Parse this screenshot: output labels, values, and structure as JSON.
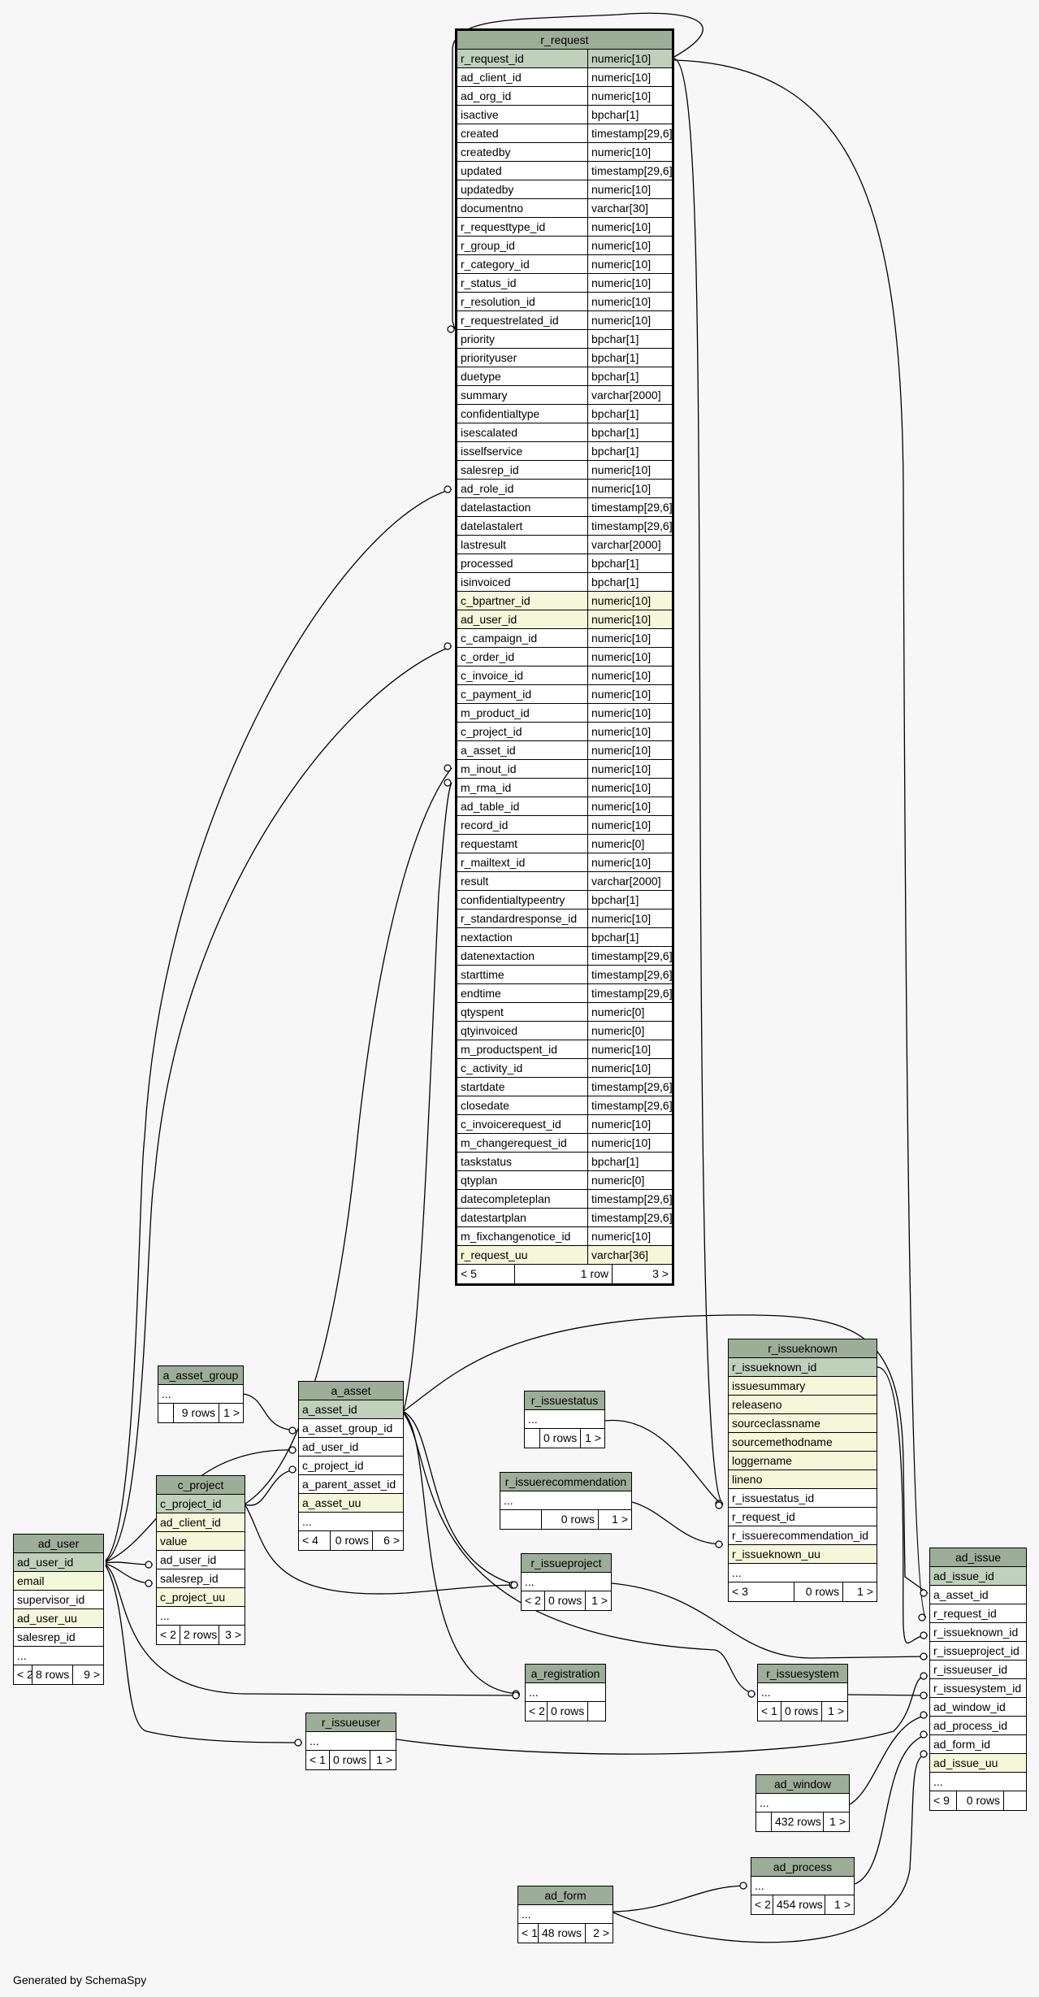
{
  "footer": "Generated by SchemaSpy",
  "colors": {
    "header": "#9cae98",
    "primary_key": "#bfd0bb",
    "indexed": "#f4f7da",
    "background": "#f7f7f7"
  },
  "tables": [
    {
      "name": "r_request",
      "main": true,
      "columns": [
        {
          "name": "r_request_id",
          "type": "numeric[10]",
          "kind": "pk"
        },
        {
          "name": "ad_client_id",
          "type": "numeric[10]"
        },
        {
          "name": "ad_org_id",
          "type": "numeric[10]"
        },
        {
          "name": "isactive",
          "type": "bpchar[1]"
        },
        {
          "name": "created",
          "type": "timestamp[29,6]"
        },
        {
          "name": "createdby",
          "type": "numeric[10]"
        },
        {
          "name": "updated",
          "type": "timestamp[29,6]"
        },
        {
          "name": "updatedby",
          "type": "numeric[10]"
        },
        {
          "name": "documentno",
          "type": "varchar[30]"
        },
        {
          "name": "r_requesttype_id",
          "type": "numeric[10]"
        },
        {
          "name": "r_group_id",
          "type": "numeric[10]"
        },
        {
          "name": "r_category_id",
          "type": "numeric[10]"
        },
        {
          "name": "r_status_id",
          "type": "numeric[10]"
        },
        {
          "name": "r_resolution_id",
          "type": "numeric[10]"
        },
        {
          "name": "r_requestrelated_id",
          "type": "numeric[10]"
        },
        {
          "name": "priority",
          "type": "bpchar[1]"
        },
        {
          "name": "priorityuser",
          "type": "bpchar[1]"
        },
        {
          "name": "duetype",
          "type": "bpchar[1]"
        },
        {
          "name": "summary",
          "type": "varchar[2000]"
        },
        {
          "name": "confidentialtype",
          "type": "bpchar[1]"
        },
        {
          "name": "isescalated",
          "type": "bpchar[1]"
        },
        {
          "name": "isselfservice",
          "type": "bpchar[1]"
        },
        {
          "name": "salesrep_id",
          "type": "numeric[10]"
        },
        {
          "name": "ad_role_id",
          "type": "numeric[10]"
        },
        {
          "name": "datelastaction",
          "type": "timestamp[29,6]"
        },
        {
          "name": "datelastalert",
          "type": "timestamp[29,6]"
        },
        {
          "name": "lastresult",
          "type": "varchar[2000]"
        },
        {
          "name": "processed",
          "type": "bpchar[1]"
        },
        {
          "name": "isinvoiced",
          "type": "bpchar[1]"
        },
        {
          "name": "c_bpartner_id",
          "type": "numeric[10]",
          "kind": "idx"
        },
        {
          "name": "ad_user_id",
          "type": "numeric[10]",
          "kind": "idx"
        },
        {
          "name": "c_campaign_id",
          "type": "numeric[10]"
        },
        {
          "name": "c_order_id",
          "type": "numeric[10]"
        },
        {
          "name": "c_invoice_id",
          "type": "numeric[10]"
        },
        {
          "name": "c_payment_id",
          "type": "numeric[10]"
        },
        {
          "name": "m_product_id",
          "type": "numeric[10]"
        },
        {
          "name": "c_project_id",
          "type": "numeric[10]"
        },
        {
          "name": "a_asset_id",
          "type": "numeric[10]"
        },
        {
          "name": "m_inout_id",
          "type": "numeric[10]"
        },
        {
          "name": "m_rma_id",
          "type": "numeric[10]"
        },
        {
          "name": "ad_table_id",
          "type": "numeric[10]"
        },
        {
          "name": "record_id",
          "type": "numeric[10]"
        },
        {
          "name": "requestamt",
          "type": "numeric[0]"
        },
        {
          "name": "r_mailtext_id",
          "type": "numeric[10]"
        },
        {
          "name": "result",
          "type": "varchar[2000]"
        },
        {
          "name": "confidentialtypeentry",
          "type": "bpchar[1]"
        },
        {
          "name": "r_standardresponse_id",
          "type": "numeric[10]"
        },
        {
          "name": "nextaction",
          "type": "bpchar[1]"
        },
        {
          "name": "datenextaction",
          "type": "timestamp[29,6]"
        },
        {
          "name": "starttime",
          "type": "timestamp[29,6]"
        },
        {
          "name": "endtime",
          "type": "timestamp[29,6]"
        },
        {
          "name": "qtyspent",
          "type": "numeric[0]"
        },
        {
          "name": "qtyinvoiced",
          "type": "numeric[0]"
        },
        {
          "name": "m_productspent_id",
          "type": "numeric[10]"
        },
        {
          "name": "c_activity_id",
          "type": "numeric[10]"
        },
        {
          "name": "startdate",
          "type": "timestamp[29,6]"
        },
        {
          "name": "closedate",
          "type": "timestamp[29,6]"
        },
        {
          "name": "c_invoicerequest_id",
          "type": "numeric[10]"
        },
        {
          "name": "m_changerequest_id",
          "type": "numeric[10]"
        },
        {
          "name": "taskstatus",
          "type": "bpchar[1]"
        },
        {
          "name": "qtyplan",
          "type": "numeric[0]"
        },
        {
          "name": "datecompleteplan",
          "type": "timestamp[29,6]"
        },
        {
          "name": "datestartplan",
          "type": "timestamp[29,6]"
        },
        {
          "name": "m_fixchangenotice_id",
          "type": "numeric[10]"
        },
        {
          "name": "r_request_uu",
          "type": "varchar[36]",
          "kind": "idx"
        }
      ],
      "footer": [
        "< 5",
        "1 row",
        "3 >"
      ]
    },
    {
      "name": "r_issueknown",
      "columns": [
        {
          "name": "r_issueknown_id",
          "kind": "pk"
        },
        {
          "name": "issuesummary",
          "kind": "idx"
        },
        {
          "name": "releaseno",
          "kind": "idx"
        },
        {
          "name": "sourceclassname",
          "kind": "idx"
        },
        {
          "name": "sourcemethodname",
          "kind": "idx"
        },
        {
          "name": "loggername",
          "kind": "idx"
        },
        {
          "name": "lineno",
          "kind": "idx"
        },
        {
          "name": "r_issuestatus_id"
        },
        {
          "name": "r_request_id"
        },
        {
          "name": "r_issuerecommendation_id"
        },
        {
          "name": "r_issueknown_uu",
          "kind": "idx"
        },
        {
          "name": "..."
        }
      ],
      "footer": [
        "< 3",
        "0 rows",
        "1 >"
      ]
    },
    {
      "name": "ad_issue",
      "columns": [
        {
          "name": "ad_issue_id",
          "kind": "pk"
        },
        {
          "name": "a_asset_id"
        },
        {
          "name": "r_request_id"
        },
        {
          "name": "r_issueknown_id"
        },
        {
          "name": "r_issueproject_id"
        },
        {
          "name": "r_issueuser_id"
        },
        {
          "name": "r_issuesystem_id"
        },
        {
          "name": "ad_window_id"
        },
        {
          "name": "ad_process_id"
        },
        {
          "name": "ad_form_id"
        },
        {
          "name": "ad_issue_uu",
          "kind": "idx"
        },
        {
          "name": "..."
        }
      ],
      "footer": [
        "< 9",
        "0 rows",
        ""
      ]
    },
    {
      "name": "a_asset_group",
      "columns": [
        {
          "name": "..."
        }
      ],
      "footer": [
        "",
        "9 rows",
        "1 >"
      ]
    },
    {
      "name": "a_asset",
      "columns": [
        {
          "name": "a_asset_id",
          "kind": "pk"
        },
        {
          "name": "a_asset_group_id"
        },
        {
          "name": "ad_user_id"
        },
        {
          "name": "c_project_id"
        },
        {
          "name": "a_parent_asset_id"
        },
        {
          "name": "a_asset_uu",
          "kind": "idx"
        },
        {
          "name": "..."
        }
      ],
      "footer": [
        "< 4",
        "0 rows",
        "6 >"
      ]
    },
    {
      "name": "c_project",
      "columns": [
        {
          "name": "c_project_id",
          "kind": "pk"
        },
        {
          "name": "ad_client_id",
          "kind": "idx"
        },
        {
          "name": "value",
          "kind": "idx"
        },
        {
          "name": "ad_user_id"
        },
        {
          "name": "salesrep_id"
        },
        {
          "name": "c_project_uu",
          "kind": "idx"
        },
        {
          "name": "..."
        }
      ],
      "footer": [
        "< 2",
        "2 rows",
        "3 >"
      ]
    },
    {
      "name": "ad_user",
      "columns": [
        {
          "name": "ad_user_id",
          "kind": "pk"
        },
        {
          "name": "email",
          "kind": "idx"
        },
        {
          "name": "supervisor_id"
        },
        {
          "name": "ad_user_uu",
          "kind": "idx"
        },
        {
          "name": "salesrep_id"
        },
        {
          "name": "..."
        }
      ],
      "footer": [
        "< 2",
        "8 rows",
        "9 >"
      ]
    },
    {
      "name": "r_issuestatus",
      "columns": [
        {
          "name": "..."
        }
      ],
      "footer": [
        "",
        "0 rows",
        "1 >"
      ]
    },
    {
      "name": "r_issuerecommendation",
      "columns": [
        {
          "name": "..."
        }
      ],
      "footer": [
        "",
        "0 rows",
        "1 >"
      ]
    },
    {
      "name": "r_issueproject",
      "columns": [
        {
          "name": "..."
        }
      ],
      "footer": [
        "< 2",
        "0 rows",
        "1 >"
      ]
    },
    {
      "name": "a_registration",
      "columns": [
        {
          "name": "..."
        }
      ],
      "footer": [
        "< 2",
        "0 rows",
        ""
      ]
    },
    {
      "name": "r_issuesystem",
      "columns": [
        {
          "name": "..."
        }
      ],
      "footer": [
        "< 1",
        "0 rows",
        "1 >"
      ]
    },
    {
      "name": "r_issueuser",
      "columns": [
        {
          "name": "..."
        }
      ],
      "footer": [
        "< 1",
        "0 rows",
        "1 >"
      ]
    },
    {
      "name": "ad_window",
      "columns": [
        {
          "name": "..."
        }
      ],
      "footer": [
        "",
        "432 rows",
        "1 >"
      ]
    },
    {
      "name": "ad_process",
      "columns": [
        {
          "name": "..."
        }
      ],
      "footer": [
        "< 2",
        "454 rows",
        "1 >"
      ]
    },
    {
      "name": "ad_form",
      "columns": [
        {
          "name": "..."
        }
      ],
      "footer": [
        "< 1",
        "48 rows",
        "2 >"
      ]
    }
  ],
  "relationships": [
    {
      "from": "r_request.r_request_id",
      "to": "r_request.r_requestrelated_id"
    },
    {
      "from": "r_request.r_request_id",
      "to": "r_issueknown.r_request_id"
    },
    {
      "from": "r_request.r_request_id",
      "to": "ad_issue.r_request_id"
    },
    {
      "from": "ad_user.ad_user_id",
      "to": "r_request.salesrep_id"
    },
    {
      "from": "ad_user.ad_user_id",
      "to": "r_request.ad_user_id"
    },
    {
      "from": "c_project.c_project_id",
      "to": "r_request.c_project_id"
    },
    {
      "from": "a_asset.a_asset_id",
      "to": "r_request.a_asset_id"
    },
    {
      "from": "a_asset.a_asset_id",
      "to": "ad_issue.a_asset_id"
    },
    {
      "from": "a_asset.a_asset_id",
      "to": "r_issueproject"
    },
    {
      "from": "a_asset.a_asset_id",
      "to": "a_registration"
    },
    {
      "from": "a_asset.a_asset_id",
      "to": "r_issuesystem"
    },
    {
      "from": "a_asset_group",
      "to": "a_asset.a_asset_group_id"
    },
    {
      "from": "ad_user.ad_user_id",
      "to": "a_asset.ad_user_id"
    },
    {
      "from": "c_project.c_project_id",
      "to": "a_asset.c_project_id"
    },
    {
      "from": "ad_user.ad_user_id",
      "to": "c_project.ad_user_id"
    },
    {
      "from": "ad_user.ad_user_id",
      "to": "c_project.salesrep_id"
    },
    {
      "from": "c_project.c_project_id",
      "to": "r_issueproject"
    },
    {
      "from": "ad_user.ad_user_id",
      "to": "a_registration"
    },
    {
      "from": "ad_user.ad_user_id",
      "to": "r_issueuser"
    },
    {
      "from": "r_issuestatus",
      "to": "r_issueknown.r_issuestatus_id"
    },
    {
      "from": "r_issuerecommendation",
      "to": "r_issueknown.r_issuerecommendation_id"
    },
    {
      "from": "r_issueknown.r_issueknown_id",
      "to": "ad_issue.r_issueknown_id"
    },
    {
      "from": "r_issueproject",
      "to": "ad_issue.r_issueproject_id"
    },
    {
      "from": "r_issueuser",
      "to": "ad_issue.r_issueuser_id"
    },
    {
      "from": "r_issuesystem",
      "to": "ad_issue.r_issuesystem_id"
    },
    {
      "from": "ad_window",
      "to": "ad_issue.ad_window_id"
    },
    {
      "from": "ad_process",
      "to": "ad_issue.ad_process_id"
    },
    {
      "from": "ad_form",
      "to": "ad_issue.ad_form_id"
    },
    {
      "from": "ad_form",
      "to": "ad_process"
    }
  ]
}
